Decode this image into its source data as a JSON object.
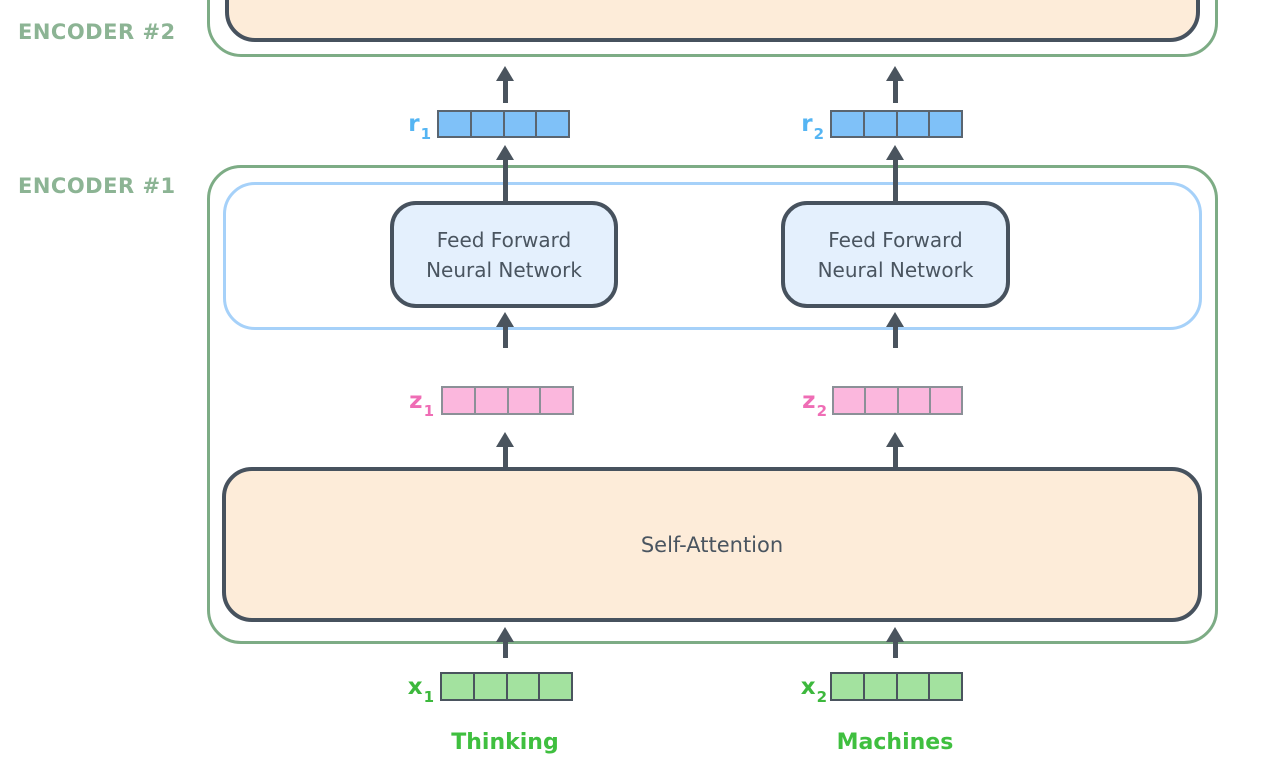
{
  "colors": {
    "canvas_bg": "#ffffff",
    "encoder_border": "#7dac85",
    "encoder_label": "#8cb494",
    "dark_border": "#47525e",
    "dark_text": "#4a5560",
    "peach_fill": "#fdecd9",
    "ffnn_fill": "#e4f0fd",
    "inner_blue_border": "#a6d1f9",
    "blue_cell_fill": "#7fc1f8",
    "blue_cell_border": "#5a6570",
    "blue_label": "#55b5f3",
    "pink_cell_fill": "#fbb7dd",
    "pink_cell_border": "#8b9097",
    "pink_label": "#ef6db5",
    "green_cell_fill": "#a3e29f",
    "green_cell_border": "#4a545e",
    "green_label": "#3db83d",
    "word_green": "#3fbf3f",
    "arrow": "#4a545e"
  },
  "encoders": [
    {
      "label": "ENCODER #2"
    },
    {
      "label": "ENCODER #1"
    }
  ],
  "blocks": {
    "self_attention": "Self-Attention",
    "ffnn_line1": "Feed Forward",
    "ffnn_line2": "Neural Network"
  },
  "vectors": {
    "r1": {
      "base": "r",
      "sub": "1"
    },
    "r2": {
      "base": "r",
      "sub": "2"
    },
    "z1": {
      "base": "z",
      "sub": "1"
    },
    "z2": {
      "base": "z",
      "sub": "2"
    },
    "x1": {
      "base": "x",
      "sub": "1"
    },
    "x2": {
      "base": "x",
      "sub": "2"
    }
  },
  "cells_per_vector": 4,
  "words": [
    "Thinking",
    "Machines"
  ]
}
